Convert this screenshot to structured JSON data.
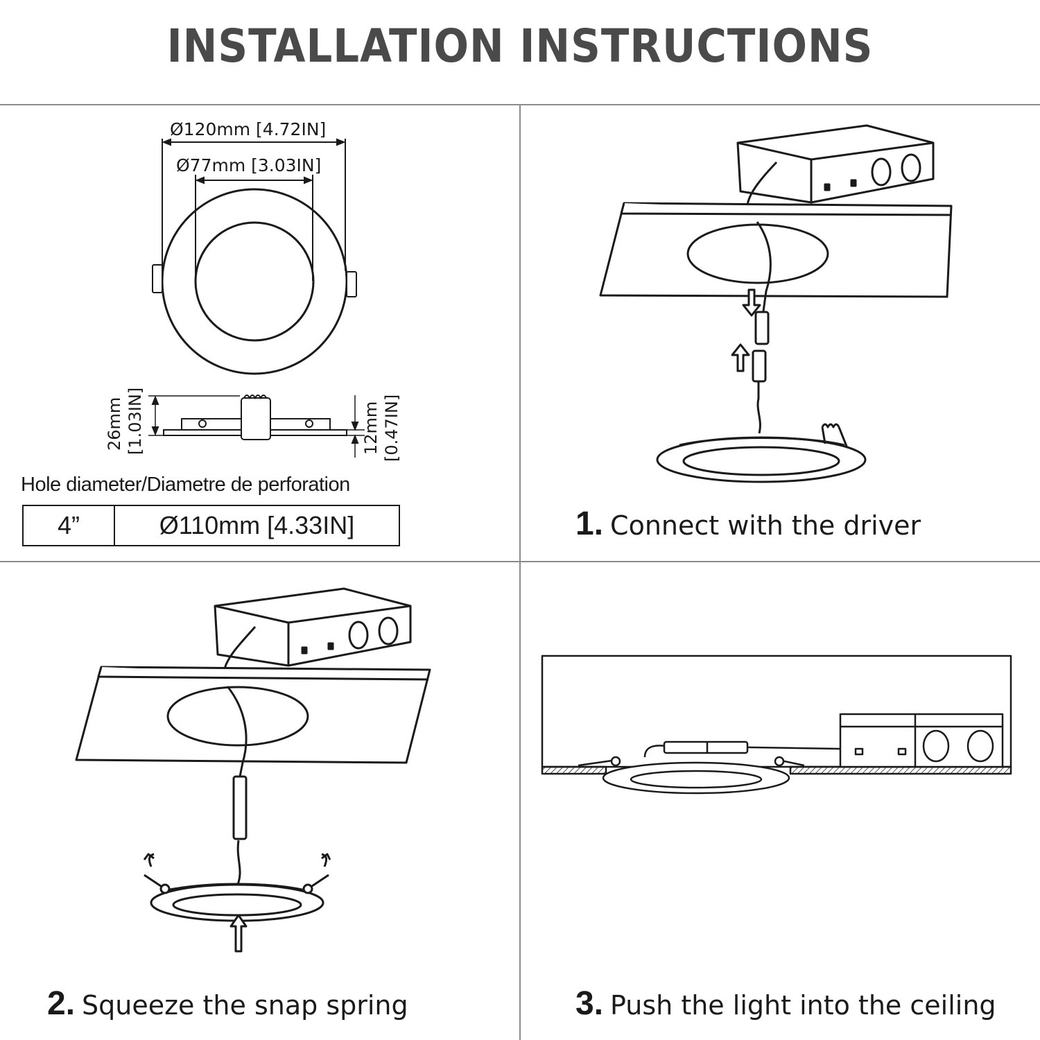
{
  "title": "INSTALLATION INSTRUCTIONS",
  "dimensions": {
    "outer_diameter": "Ø120mm [4.72IN]",
    "inner_diameter": "Ø77mm [3.03IN]",
    "total_height_mm": "26mm",
    "total_height_in": "[1.03IN]",
    "trim_height_mm": "12mm",
    "trim_height_in": "[0.47IN]"
  },
  "hole": {
    "label": "Hole diameter/Diametre de perforation",
    "size": "4”",
    "diameter": "Ø110mm [4.33IN]"
  },
  "steps": [
    {
      "number": "1.",
      "text": "Connect with the driver"
    },
    {
      "number": "2.",
      "text": "Squeeze the snap spring"
    },
    {
      "number": "3.",
      "text": "Push the light into the ceiling"
    }
  ]
}
